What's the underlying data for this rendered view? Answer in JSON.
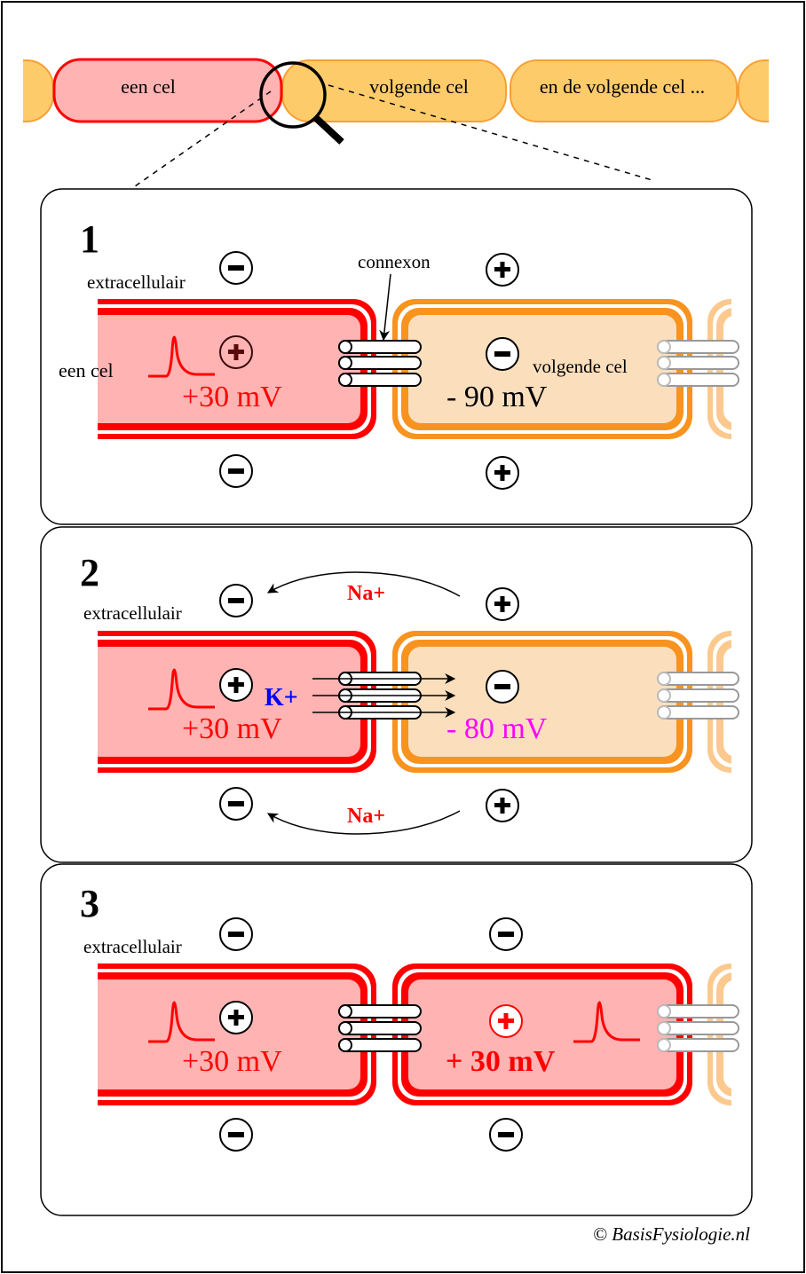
{
  "top_strip": {
    "cell1_label": "een cel",
    "cell2_label": "volgende cel",
    "cell3_label": "en de volgende cel ..."
  },
  "colors": {
    "active_membrane": "#ff0000",
    "active_fill": "#ffb3b3",
    "resting_membrane": "#f7931e",
    "resting_fill": "#fbdfbd",
    "strip_fill": "#fecb6a",
    "strip_stroke": "#f7a035",
    "faded_membrane": "#fbc98e",
    "potassium": "#0000ff",
    "sodium": "#ff0000",
    "magenta": "#ff00ff"
  },
  "panels": [
    {
      "number": "1",
      "extracellular_label": "extracellulair",
      "connexon_label": "connexon",
      "cell_a_label": "een cel",
      "cell_b_label": "volgende cel",
      "cell_a_voltage": "+30 mV",
      "cell_b_voltage": "- 90 mV",
      "charges": {
        "top_a": "−",
        "top_b": "+",
        "in_a": "+",
        "in_b": "−",
        "bot_a": "−",
        "bot_b": "+"
      }
    },
    {
      "number": "2",
      "extracellular_label": "extracellulair",
      "cell_a_voltage": "+30 mV",
      "cell_b_voltage": "- 80 mV",
      "ion_k": "K+",
      "ion_na_top": "Na+",
      "ion_na_bottom": "Na+",
      "charges": {
        "top_a": "−",
        "top_b": "+",
        "in_a": "+",
        "in_b": "−",
        "bot_a": "−",
        "bot_b": "+"
      }
    },
    {
      "number": "3",
      "extracellular_label": "extracellulair",
      "cell_a_voltage": "+30 mV",
      "cell_b_voltage": "+ 30 mV",
      "charges": {
        "top_a": "−",
        "top_b": "−",
        "in_a": "+",
        "in_b": "+",
        "bot_a": "−",
        "bot_b": "−"
      }
    }
  ],
  "copyright": "© BasisFysiologie.nl"
}
